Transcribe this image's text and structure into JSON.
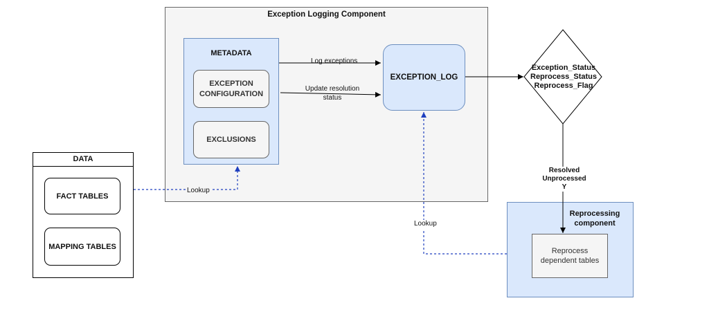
{
  "component": {
    "title": "Exception Logging Component"
  },
  "metadata": {
    "title": "METADATA",
    "exception_configuration": "EXCEPTION\nCONFIGURATION",
    "exclusions": "EXCLUSIONS"
  },
  "exception_log": {
    "label": "EXCEPTION_LOG"
  },
  "data": {
    "title": "DATA",
    "fact_tables": "FACT TABLES",
    "mapping_tables": "MAPPING TABLES"
  },
  "decision": {
    "label": "Exception_Status\nReprocess_Status\nReprocess_Flag"
  },
  "reprocessing": {
    "title": "Reprocessing\ncomponent",
    "task": "Reprocess\ndependent tables"
  },
  "edges": {
    "log_exceptions": "Log exceptions",
    "update_resolution": "Update resolution\nstatus",
    "lookup_metadata": "Lookup",
    "lookup_log": "Lookup",
    "resolved": "Resolved\nUnprocessed\nY"
  },
  "colors": {
    "container_fill": "#f5f5f5",
    "blue_fill": "#dae8fc",
    "blue_stroke": "#6c8ebf",
    "dashed_arrow": "#1f3fbf"
  }
}
